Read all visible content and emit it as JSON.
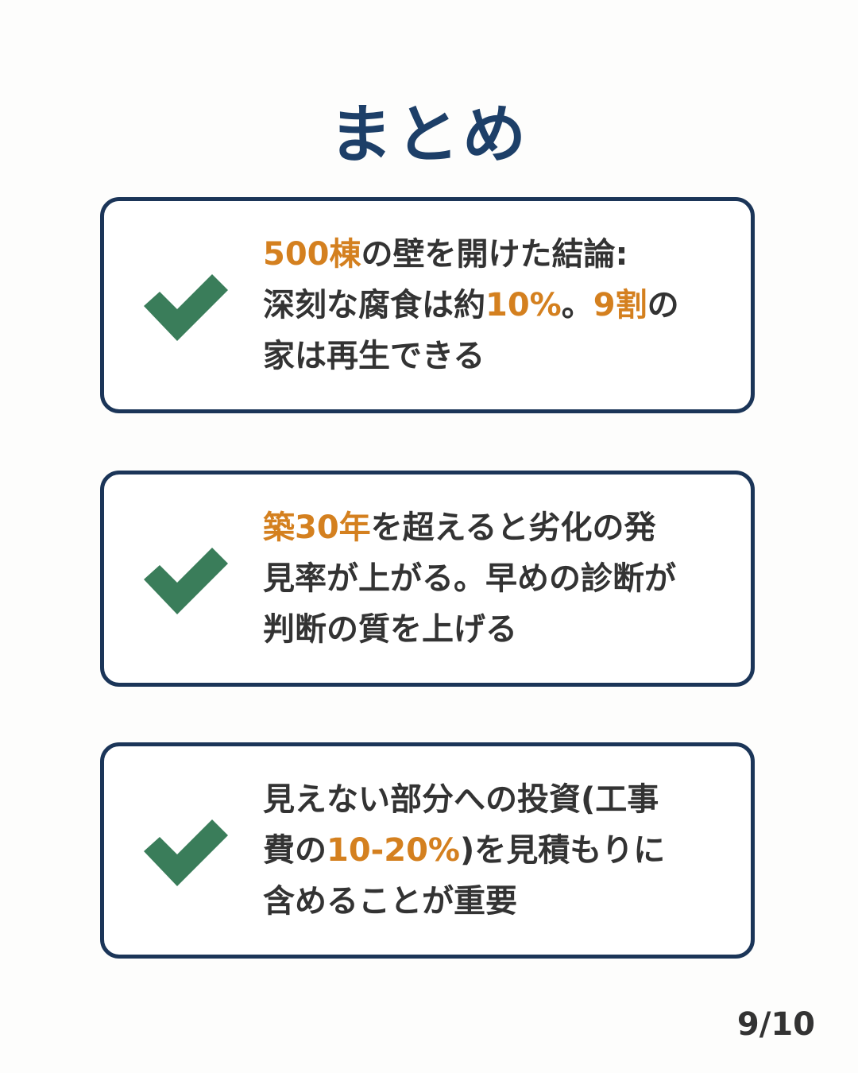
{
  "title": "まとめ",
  "colors": {
    "title": "#1d3f68",
    "border": "#1b3558",
    "check": "#3a7d5a",
    "highlight": "#d4801f",
    "text": "#333333"
  },
  "items": [
    {
      "icon": "check-icon",
      "segments": [
        {
          "text": "500棟",
          "hl": true
        },
        {
          "text": "の壁を開けた結論:",
          "hl": false
        },
        {
          "text": "深刻な腐食は約",
          "hl": false,
          "br": true
        },
        {
          "text": "10%",
          "hl": true
        },
        {
          "text": "。",
          "hl": false
        },
        {
          "text": "9割",
          "hl": true
        },
        {
          "text": "の",
          "hl": false
        },
        {
          "text": "家は再生できる",
          "hl": false,
          "br": true
        }
      ]
    },
    {
      "icon": "check-icon",
      "segments": [
        {
          "text": "築30年",
          "hl": true
        },
        {
          "text": "を超えると劣化の発",
          "hl": false
        },
        {
          "text": "見率が上がる。早めの診断が",
          "hl": false,
          "br": true
        },
        {
          "text": "判断の質を上げる",
          "hl": false,
          "br": true
        }
      ]
    },
    {
      "icon": "check-icon",
      "segments": [
        {
          "text": "見えない部分への投資(工事",
          "hl": false
        },
        {
          "text": "費の",
          "hl": false,
          "br": true
        },
        {
          "text": "10-20%",
          "hl": true
        },
        {
          "text": ")を見積もりに",
          "hl": false
        },
        {
          "text": "含めることが重要",
          "hl": false,
          "br": true
        }
      ]
    }
  ],
  "page_indicator": "9/10"
}
